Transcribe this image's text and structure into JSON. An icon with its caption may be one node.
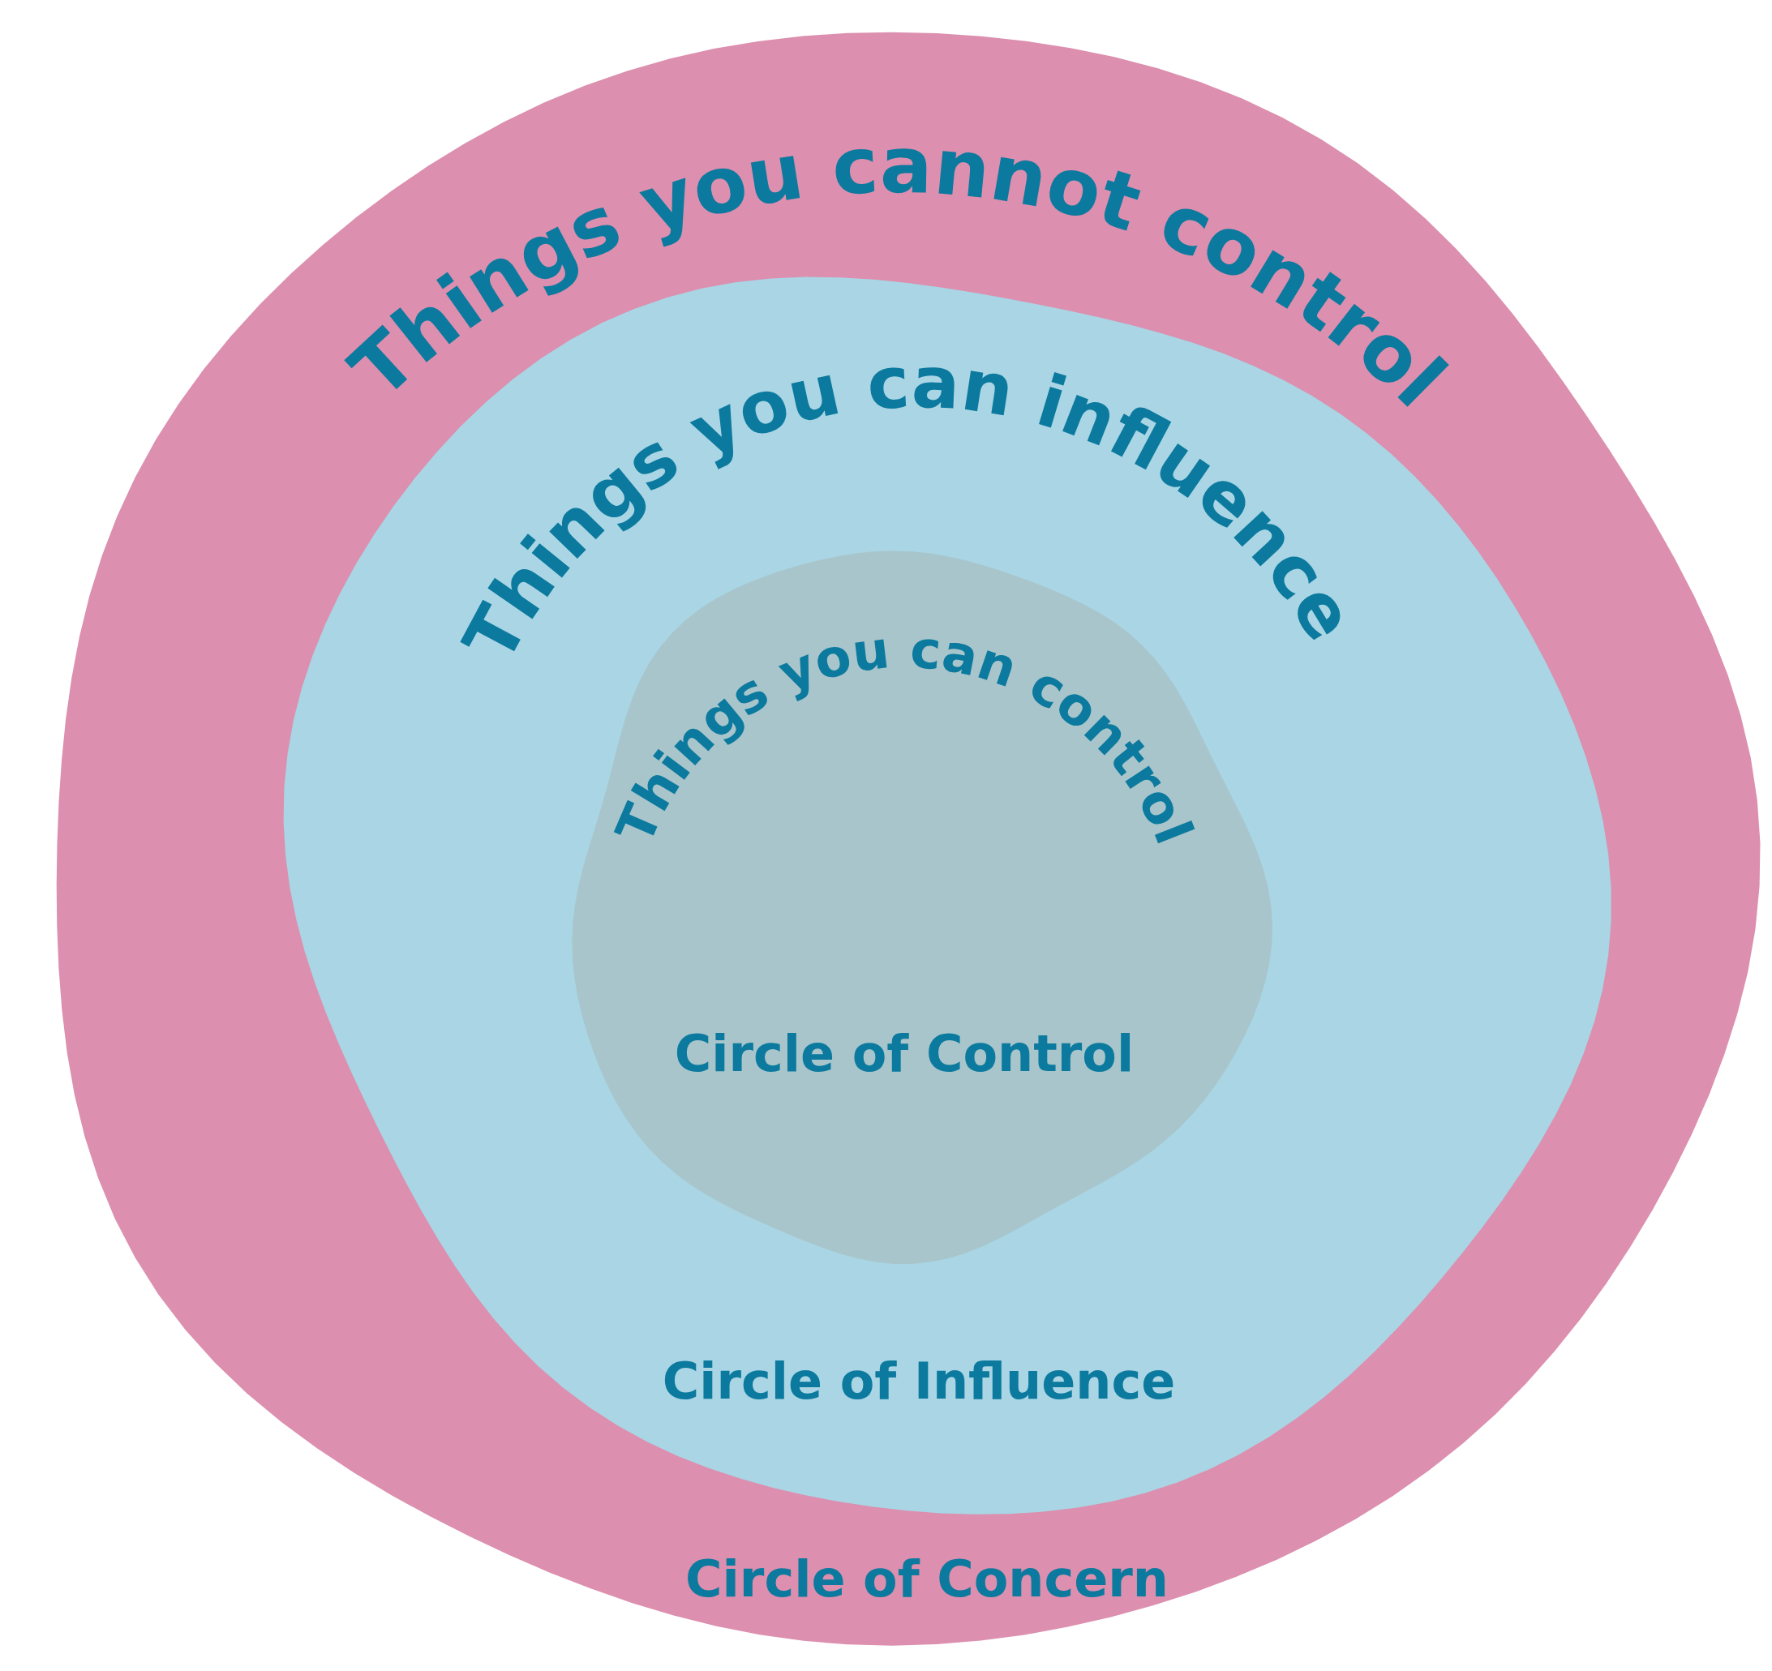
{
  "diagram": {
    "nodes": [
      {
        "text": [
          "Things you cannot control",
          "Circle of Concern"
        ]
      },
      {
        "text": [
          "Things you can influence",
          "Circle of Influence"
        ],
        "in": 0
      },
      {
        "text": [
          "Things you can control",
          "Circle of Control"
        ],
        "in": 1
      }
    ]
  }
}
